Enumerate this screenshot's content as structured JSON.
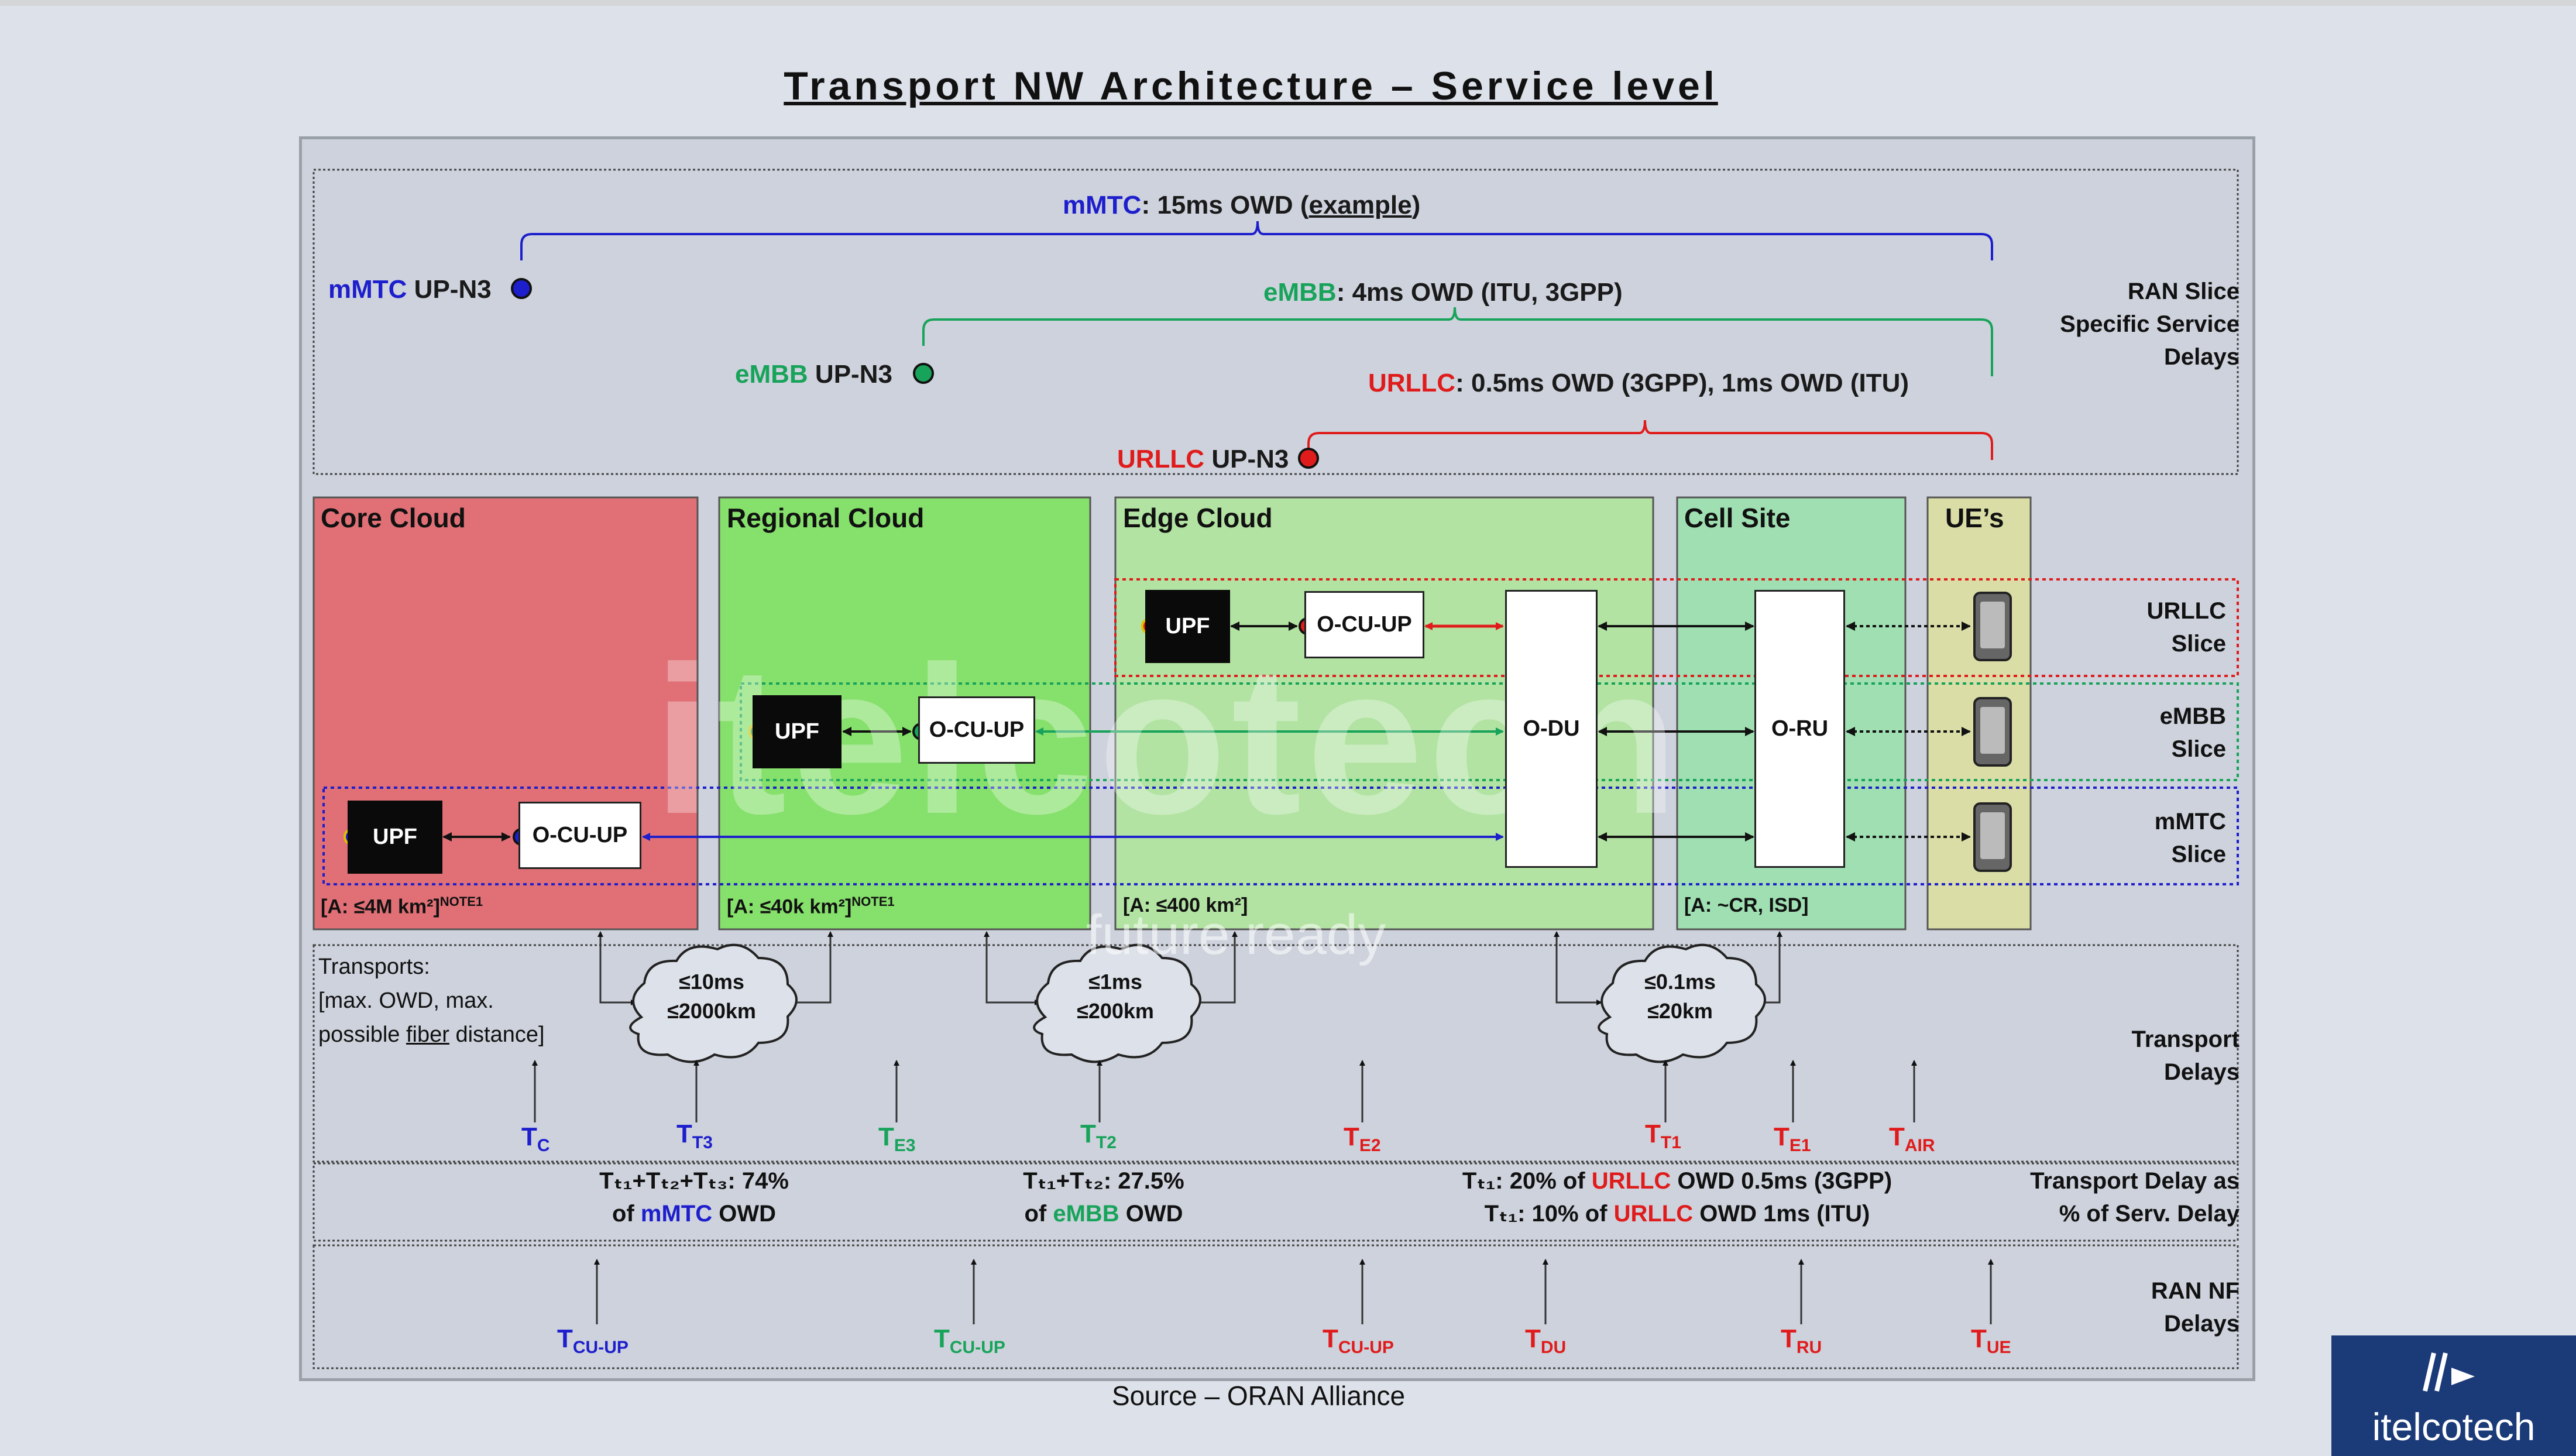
{
  "title": "Transport NW Architecture – Service level",
  "source": "Source – ORAN Alliance",
  "logo": {
    "text": "itelcotech",
    "icon": "itelcotech-logo-icon"
  },
  "watermark": {
    "text": "itelcotech",
    "tagline": "future ready"
  },
  "colors": {
    "mmtc": "#1d1ecc",
    "embb": "#18a35a",
    "urllc": "#e01b1b",
    "core": "#e07076",
    "regional": "#86e06c",
    "edge": "#b2e3a2",
    "cell": "#9fdfb2",
    "ue": "#dadea6"
  },
  "service_delays": {
    "mmtc": {
      "name": "mMTC",
      "text": ": 15ms OWD (",
      "example": "example",
      "close": ")",
      "anchor_name": "mMTC",
      "anchor_rest": " UP-N3"
    },
    "embb": {
      "name": "eMBB",
      "text": ": 4ms OWD (ITU, 3GPP)",
      "anchor_name": "eMBB",
      "anchor_rest": " UP-N3"
    },
    "urllc": {
      "name": "URLLC",
      "text": ": 0.5ms OWD (3GPP), 1ms OWD (ITU)",
      "anchor_name": "URLLC",
      "anchor_rest": " UP-N3"
    }
  },
  "row_labels": {
    "ran_slice": [
      "RAN Slice",
      "Specific Service",
      "Delays"
    ],
    "transport": [
      "Transport",
      "Delays"
    ],
    "pct": [
      "Transport Delay as",
      "% of Serv. Delay"
    ],
    "ran_nf": [
      "RAN NF",
      "Delays"
    ]
  },
  "zones": [
    {
      "title": "Core Cloud",
      "area": "[A: ≤4M km²]",
      "note": "NOTE1"
    },
    {
      "title": "Regional Cloud",
      "area": "[A: ≤40k km²]",
      "note": "NOTE1"
    },
    {
      "title": "Edge Cloud",
      "area": "[A: ≤400 km²]",
      "note": ""
    },
    {
      "title": "Cell Site",
      "area": "[A: ~CR, ISD]",
      "note": ""
    },
    {
      "title": "UE’s",
      "area": "",
      "note": ""
    }
  ],
  "slices": [
    {
      "name": "URLLC",
      "suffix": "Slice"
    },
    {
      "name": "eMBB",
      "suffix": "Slice"
    },
    {
      "name": "mMTC",
      "suffix": "Slice"
    }
  ],
  "nodes": {
    "upf": "UPF",
    "ocu": "O-CU-UP",
    "odu": "O-DU",
    "oru": "O-RU"
  },
  "transports": {
    "caption": [
      "Transports:",
      "[max. OWD, max.",
      "possible "
    ],
    "caption_ul": "fiber",
    "caption_end": " distance]",
    "clouds": [
      {
        "l1": "≤10ms",
        "l2": "≤2000km"
      },
      {
        "l1": "≤1ms",
        "l2": "≤200km"
      },
      {
        "l1": "≤0.1ms",
        "l2": "≤20km"
      }
    ]
  },
  "transport_labels": [
    {
      "main": "T",
      "sub": "C",
      "color": "blue"
    },
    {
      "main": "T",
      "sub": "T3",
      "color": "blue"
    },
    {
      "main": "T",
      "sub": "E3",
      "color": "green"
    },
    {
      "main": "T",
      "sub": "T2",
      "color": "green"
    },
    {
      "main": "T",
      "sub": "E2",
      "color": "red"
    },
    {
      "main": "T",
      "sub": "T1",
      "color": "red"
    },
    {
      "main": "T",
      "sub": "E1",
      "color": "red"
    },
    {
      "main": "T",
      "sub": "AIR",
      "color": "red"
    }
  ],
  "percentages": {
    "mmtc": {
      "l1": "Tₜ₁+Tₜ₂+Tₜ₃: 74%",
      "l2a": "of ",
      "l2b": "mMTC",
      "l2c": " OWD"
    },
    "embb": {
      "l1": "Tₜ₁+Tₜ₂: 27.5%",
      "l2a": "of ",
      "l2b": "eMBB",
      "l2c": " OWD"
    },
    "urllc1": {
      "a": "Tₜ₁: 20% of ",
      "b": "URLLC",
      "c": " OWD 0.5ms (3GPP)"
    },
    "urllc2": {
      "a": "Tₜ₁: 10% of ",
      "b": "URLLC",
      "c": " OWD 1ms (ITU)"
    }
  },
  "nf_labels": [
    {
      "main": "T",
      "sub": "CU-UP",
      "color": "blue"
    },
    {
      "main": "T",
      "sub": "CU-UP",
      "color": "green"
    },
    {
      "main": "T",
      "sub": "CU-UP",
      "color": "red"
    },
    {
      "main": "T",
      "sub": "DU",
      "color": "red"
    },
    {
      "main": "T",
      "sub": "RU",
      "color": "red"
    },
    {
      "main": "T",
      "sub": "UE",
      "color": "red"
    }
  ]
}
